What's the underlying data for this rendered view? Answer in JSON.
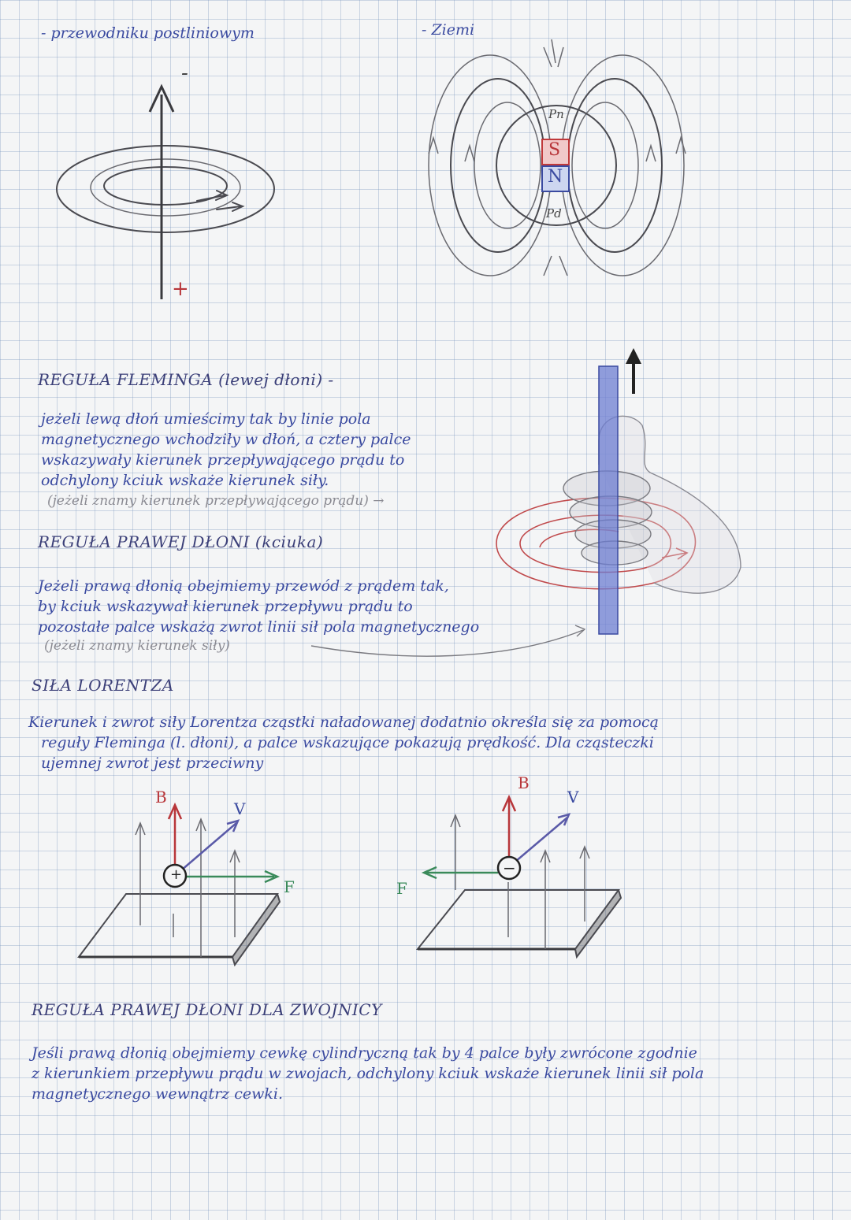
{
  "top": {
    "left_label": "- przewodniku postliniowym",
    "right_label": "- Ziemi"
  },
  "wire_diagram": {
    "minus": "-",
    "plus": "+"
  },
  "earth_diagram": {
    "top_pole": "Pn",
    "bottom_pole": "Pd",
    "magnet_s": "S",
    "magnet_n": "N"
  },
  "fleming": {
    "heading": "REGUŁA FLEMINGA (lewej dłoni) -",
    "lines": [
      "jeżeli lewą dłoń umieścimy tak by linie pola",
      "magnetycznego wchodziły w dłoń, a cztery palce",
      "wskazywały kierunek przepływającego prądu to",
      "odchylony kciuk wskaże kierunek siły."
    ],
    "note": "(jeżeli znamy kierunek przepływającego prądu) →"
  },
  "right_hand": {
    "heading": "REGUŁA PRAWEJ DŁONI (kciuka)",
    "lines": [
      "Jeżeli prawą dłonią obejmiemy przewód z prądem tak,",
      "by kciuk wskazywał kierunek przepływu prądu to",
      "pozostałe palce wskażą zwrot linii sił pola magnetycznego"
    ],
    "note": "(jeżeli znamy kierunek siły)"
  },
  "lorentz": {
    "heading": "SIŁA LORENTZA",
    "lines": [
      "Kierunek i zwrot siły Lorentza cząstki naładowanej dodatnio określa się za pomocą",
      "reguły Fleminga (l. dłoni), a palce wskazujące pokazują prędkość. Dla cząsteczki",
      "ujemnej zwrot jest przeciwny"
    ],
    "left_fig": {
      "b": "B",
      "v": "V",
      "f": "F",
      "charge": "+"
    },
    "right_fig": {
      "b": "B",
      "v": "V",
      "f": "F",
      "charge": "−"
    }
  },
  "solenoid": {
    "heading": "REGUŁA PRAWEJ DŁONI DLA ZWOJNICY",
    "lines": [
      "Jeśli prawą dłonią obejmiemy cewkę cylindryczną tak by 4 palce były zwrócone zgodnie",
      "z kierunkiem przepływu prądu w zwojach, odchylony kciuk wskaże kierunek linii sił pola",
      "magnetycznego wewnątrz cewki."
    ]
  }
}
